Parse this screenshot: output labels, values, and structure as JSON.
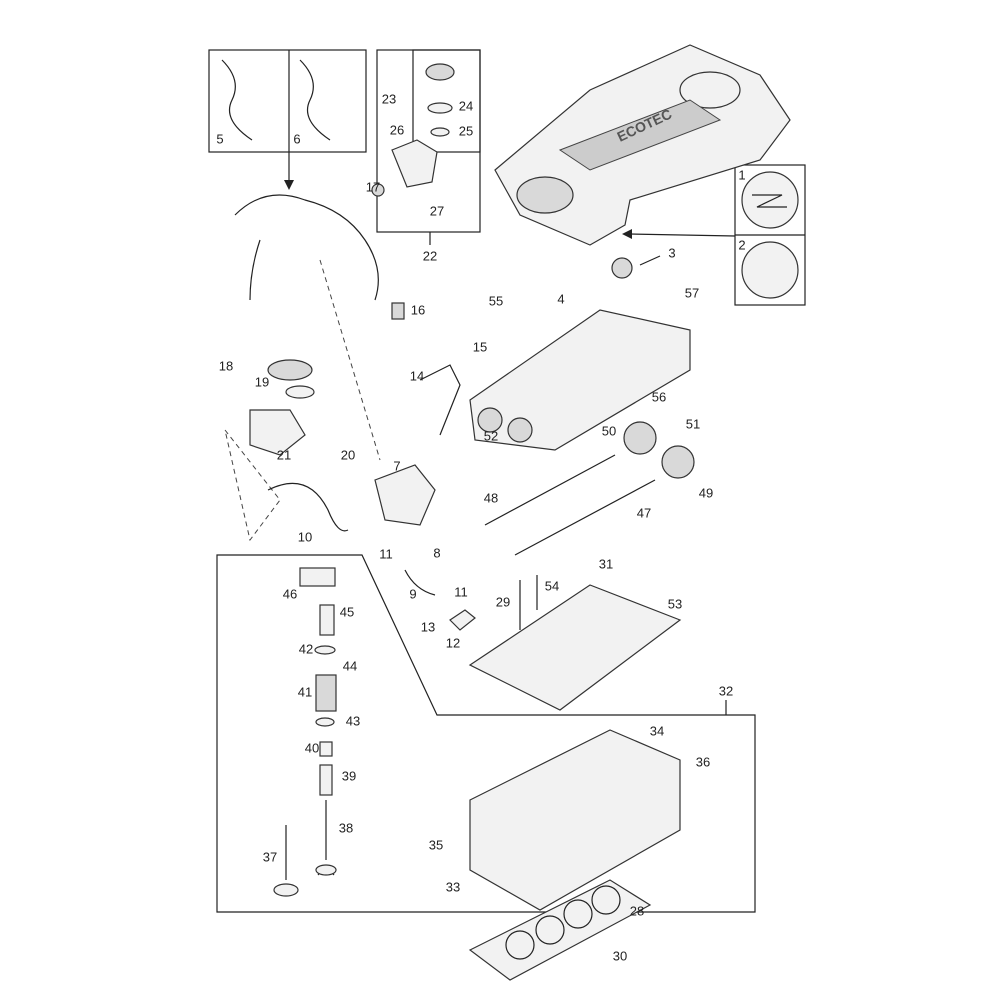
{
  "diagram": {
    "type": "exploded-parts-diagram",
    "cover_logo_text": "ECOTEC",
    "labels": {
      "l1": "1",
      "l2": "2",
      "l3": "3",
      "l4": "4",
      "l5": "5",
      "l6": "6",
      "l7": "7",
      "l8": "8",
      "l9": "9",
      "l10": "10",
      "l11a": "11",
      "l11b": "11",
      "l12": "12",
      "l13": "13",
      "l14": "14",
      "l15": "15",
      "l16": "16",
      "l17": "17",
      "l18": "18",
      "l19": "19",
      "l20": "20",
      "l21": "21",
      "l22": "22",
      "l23": "23",
      "l24": "24",
      "l25": "25",
      "l26": "26",
      "l27": "27",
      "l28": "28",
      "l29": "29",
      "l30": "30",
      "l31": "31",
      "l32": "32",
      "l33": "33",
      "l34": "34",
      "l35": "35",
      "l36": "36",
      "l37": "37",
      "l38": "38",
      "l39": "39",
      "l40": "40",
      "l41": "41",
      "l42": "42",
      "l43": "43",
      "l44": "44",
      "l45": "45",
      "l46": "46",
      "l47": "47",
      "l48": "48",
      "l49": "49",
      "l50": "50",
      "l51": "51",
      "l52": "52",
      "l53": "53",
      "l54": "54",
      "l55": "55",
      "l56": "56",
      "l57": "57"
    }
  }
}
